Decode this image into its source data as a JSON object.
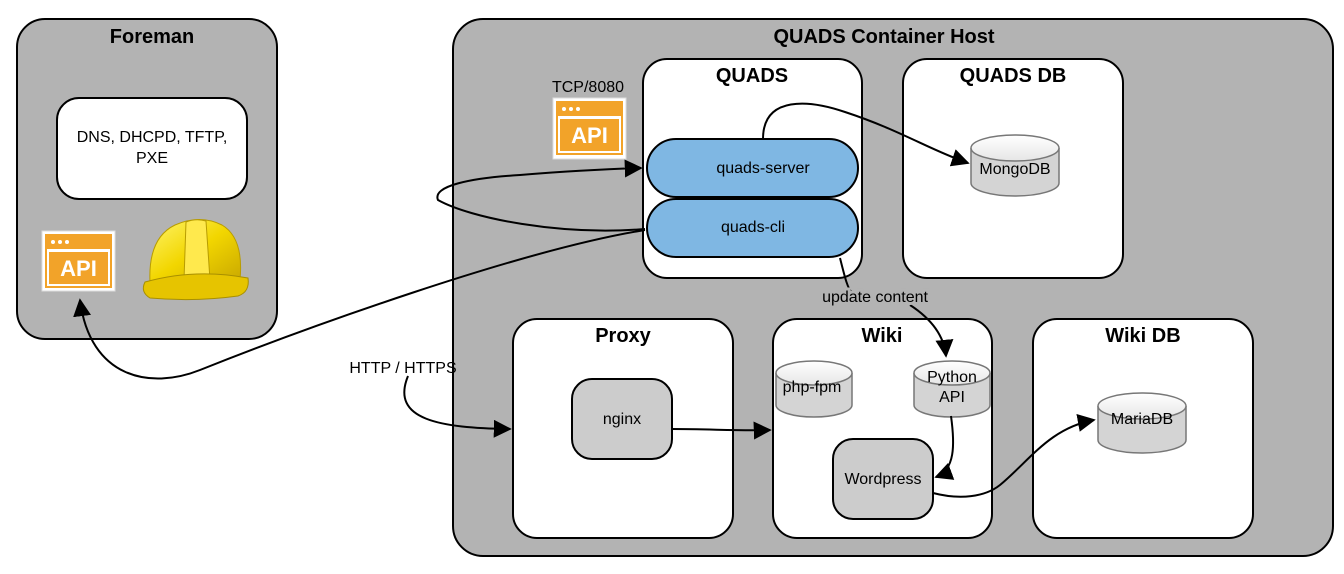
{
  "foreman": {
    "title": "Foreman",
    "services_line1": "DNS, DHCPD, TFTP,",
    "services_line2": "PXE",
    "api_badge": "API"
  },
  "host": {
    "title": "QUADS Container Host",
    "quads": {
      "title": "QUADS",
      "port_label": "TCP/8080",
      "api_badge": "API",
      "server": "quads-server",
      "cli": "quads-cli"
    },
    "quads_db": {
      "title": "QUADS DB",
      "db": "MongoDB"
    },
    "proxy": {
      "title": "Proxy",
      "nginx": "nginx"
    },
    "wiki": {
      "title": "Wiki",
      "php": "php-fpm",
      "python_line1": "Python",
      "python_line2": "API",
      "wordpress": "Wordpress"
    },
    "wiki_db": {
      "title": "Wiki DB",
      "db": "MariaDB"
    }
  },
  "edges": {
    "http_label": "HTTP / HTTPS",
    "update_label": "update content"
  },
  "colors": {
    "container_gray": "#b3b3b3",
    "node_gray": "#cccccc",
    "quads_blue": "#7fb7e3",
    "api_orange": "#f2a329",
    "helmet_yellow": "#f2d600"
  }
}
